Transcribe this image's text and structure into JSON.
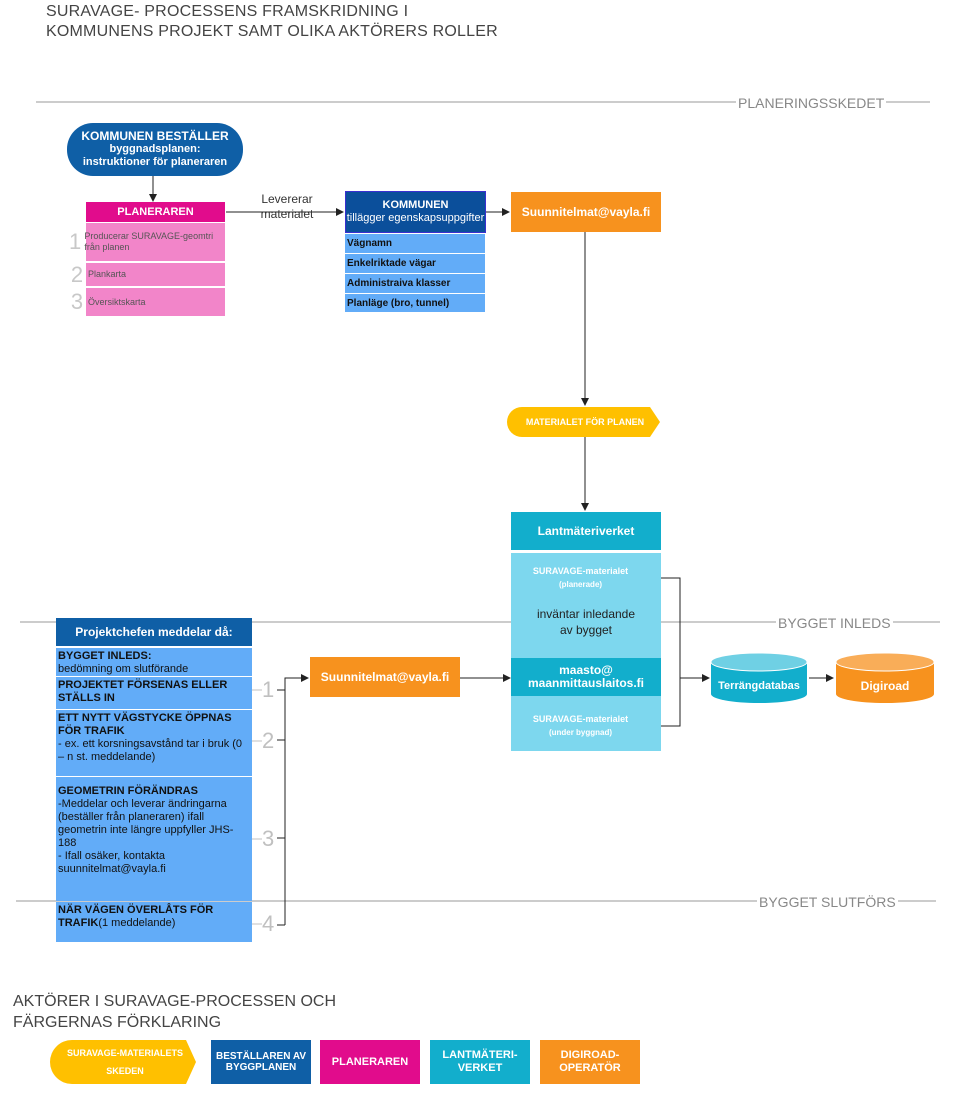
{
  "title": "SURAVAGE- PROCESSENS FRAMSKRIDNING I KOMMUNENS PROJEKT SAMT OLIKA AKTÖRERS ROLLER",
  "phases": {
    "planning": "PLANERINGSSKEDET",
    "start": "BYGGET INLEDS",
    "end": "BYGGET SLUTFÖRS"
  },
  "kommunen_order": {
    "title": "KOMMUNEN BESTÄLLER",
    "body": "byggnadsplanen: instruktioner för planeraren"
  },
  "planeraren": {
    "header": "PLANERAREN",
    "items": [
      {
        "num": "1",
        "text": "Producerar SURAVAGE-geomtri från planen"
      },
      {
        "num": "2",
        "text": "Plankarta"
      },
      {
        "num": "3",
        "text": "Översiktskarta"
      }
    ]
  },
  "delivers_label": "Levererar materialet",
  "kommunen_attrs": {
    "title": "KOMMUNEN",
    "subtitle": "tillägger egenskapsuppgifter",
    "items": [
      "Vägnamn",
      "Enkelriktade vägar",
      "Administraiva klasser",
      "Planläge (bro, tunnel)"
    ]
  },
  "email_top": "Suunnitelmat@vayla.fi",
  "material_plan": "MATERIALET FÖR PLANEN",
  "lantmateriverket": {
    "header": "Lantmäteriverket",
    "suravage_planned_line1": "SURAVAGE-materialet",
    "suravage_planned_line2": "(planerade)",
    "waiting": "inväntar inledande av bygget",
    "maasto_line1": "maasto@",
    "maasto_line2": "maanmittauslaitos.fi",
    "suravage_build_line1": "SURAVAGE-materialet",
    "suravage_build_line2": "(under byggnad)"
  },
  "terrain_db": "Terrängdatabas",
  "digiroad": "Digiroad",
  "email_mid": "Suunnitelmat@vayla.fi",
  "projektchefen": {
    "header": "Projektchefen meddelar då:",
    "item1_title": "BYGGET INLEDS:",
    "item1_body": "bedömning om slutförande",
    "item2_title": "PROJEKTET FÖRSENAS ELLER STÄLLS IN",
    "item3_title": "ETT NYTT VÄGSTYCKE ÖPPNAS FÖR TRAFIK",
    "item3_body": "- ex. ett korsningsavstånd tar i bruk (0 – n st. meddelande)",
    "item4_title": "GEOMETRIN FÖRÄNDRAS",
    "item4_body1": "-Meddelar och leverar ändringarna (beställer från planeraren) ifall geometrin inte längre uppfyller JHS-188",
    "item4_body2": "- Ifall osäker, kontakta suunnitelmat@vayla.fi",
    "item5_title": "NÄR VÄGEN ÖVERLÅTS FÖR TRAFIK",
    "item5_body": "(1 meddelande)",
    "nums": [
      "1",
      "2",
      "3",
      "4"
    ]
  },
  "legend": {
    "title": "AKTÖRER I SURAVAGE-PROCESSEN OCH FÄRGERNAS FÖRKLARING",
    "suravage": "SURAVAGE-MATERIALETS SKEDEN",
    "bestallaren": "BESTÄLLAREN AV BYGGPLANEN",
    "planeraren": "PLANERAREN",
    "lantmateri": "LANTMÄTERI-VERKET",
    "digiroad": "DIGIROAD-OPERATÖR"
  },
  "colors": {
    "blue": "#0f5fa6",
    "magenta": "#e10c8c",
    "pink": "#f285c9",
    "lightblue": "#62acf8",
    "teal": "#12aecc",
    "lightteal": "#7dd7ee",
    "orange": "#f7921e",
    "yellow": "#ffc000"
  }
}
